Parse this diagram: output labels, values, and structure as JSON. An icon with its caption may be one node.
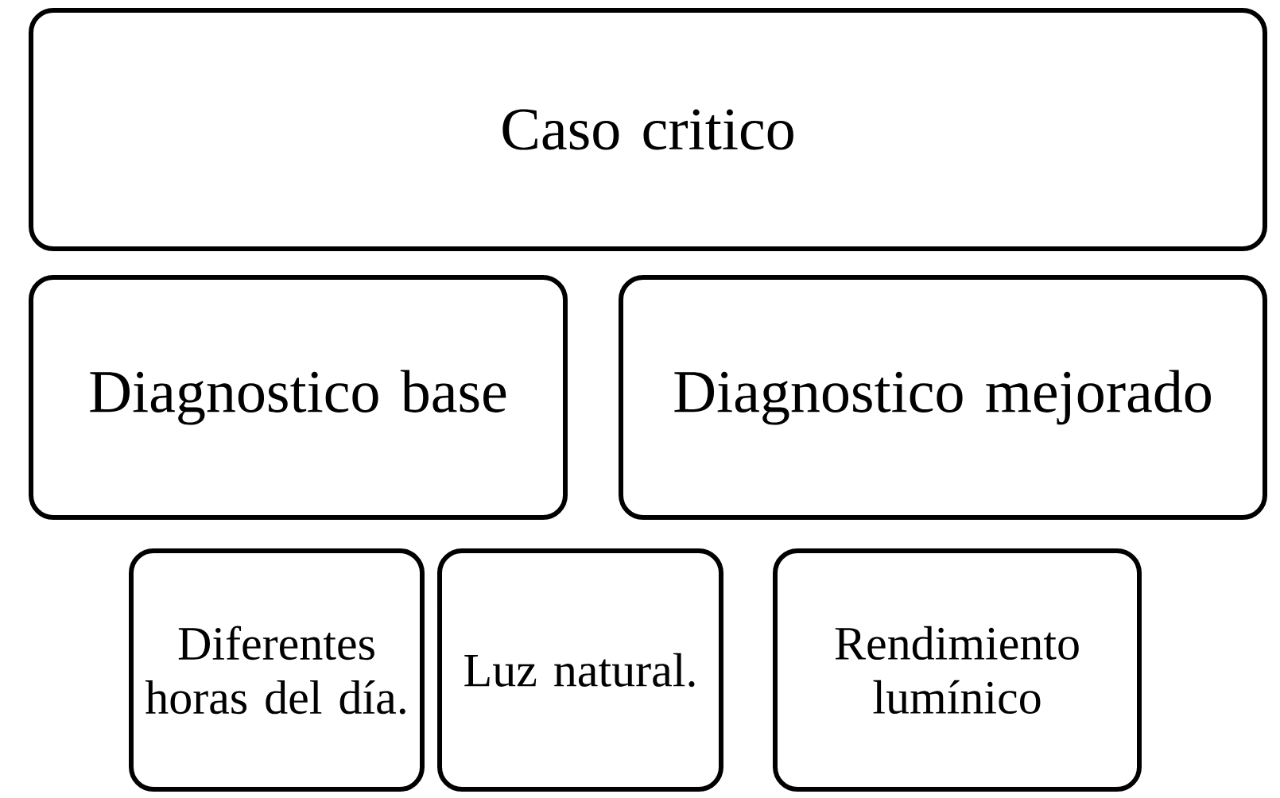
{
  "diagram": {
    "nodes": [
      {
        "text": [
          "Caso critico"
        ]
      },
      {
        "text": [
          "Diagnostico base"
        ]
      },
      {
        "text": [
          "Diagnostico mejorado"
        ]
      },
      {
        "text": [
          "Diferentes horas del día."
        ]
      },
      {
        "text": [
          "Luz natural."
        ]
      },
      {
        "text": [
          "Rendimiento lumínico"
        ]
      }
    ]
  }
}
